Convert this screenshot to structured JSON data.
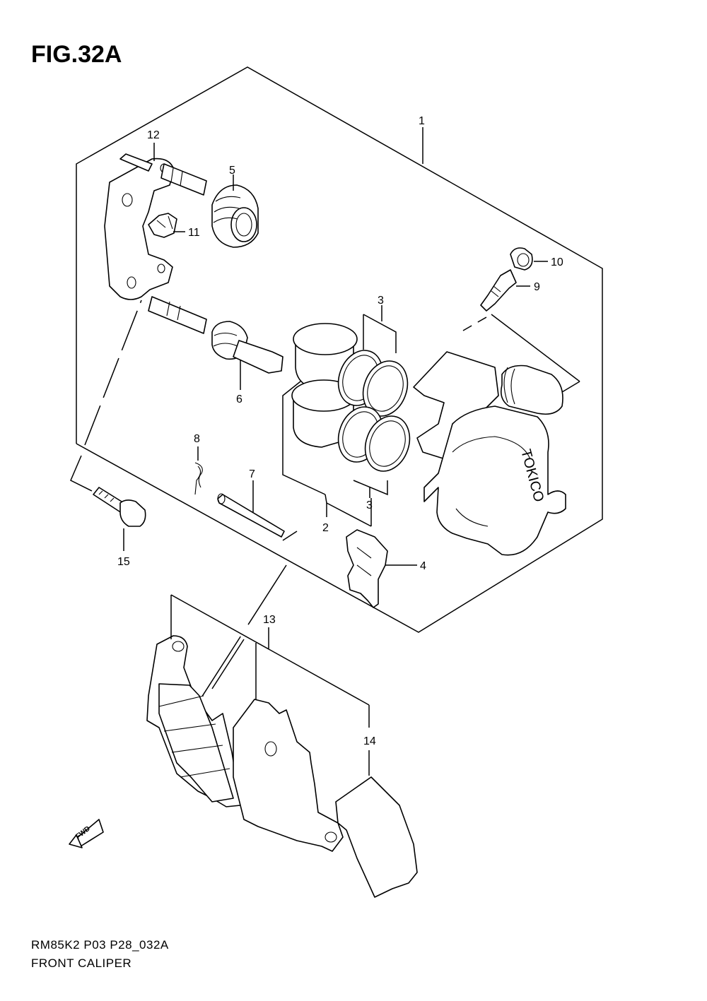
{
  "figure": {
    "title": "FIG.32A",
    "code": "RM85K2 P03 P28_032A",
    "name": "FRONT CALIPER",
    "fwd_label": "FWD"
  },
  "callouts": [
    {
      "id": "1",
      "label": "1"
    },
    {
      "id": "2",
      "label": "2"
    },
    {
      "id": "3a",
      "label": "3"
    },
    {
      "id": "3b",
      "label": "3"
    },
    {
      "id": "4",
      "label": "4"
    },
    {
      "id": "5",
      "label": "5"
    },
    {
      "id": "6",
      "label": "6"
    },
    {
      "id": "7",
      "label": "7"
    },
    {
      "id": "8",
      "label": "8"
    },
    {
      "id": "9",
      "label": "9"
    },
    {
      "id": "10",
      "label": "10"
    },
    {
      "id": "11",
      "label": "11"
    },
    {
      "id": "12",
      "label": "12"
    },
    {
      "id": "13",
      "label": "13"
    },
    {
      "id": "14",
      "label": "14"
    },
    {
      "id": "15",
      "label": "15"
    }
  ],
  "caliper_brand": "TOKICO"
}
